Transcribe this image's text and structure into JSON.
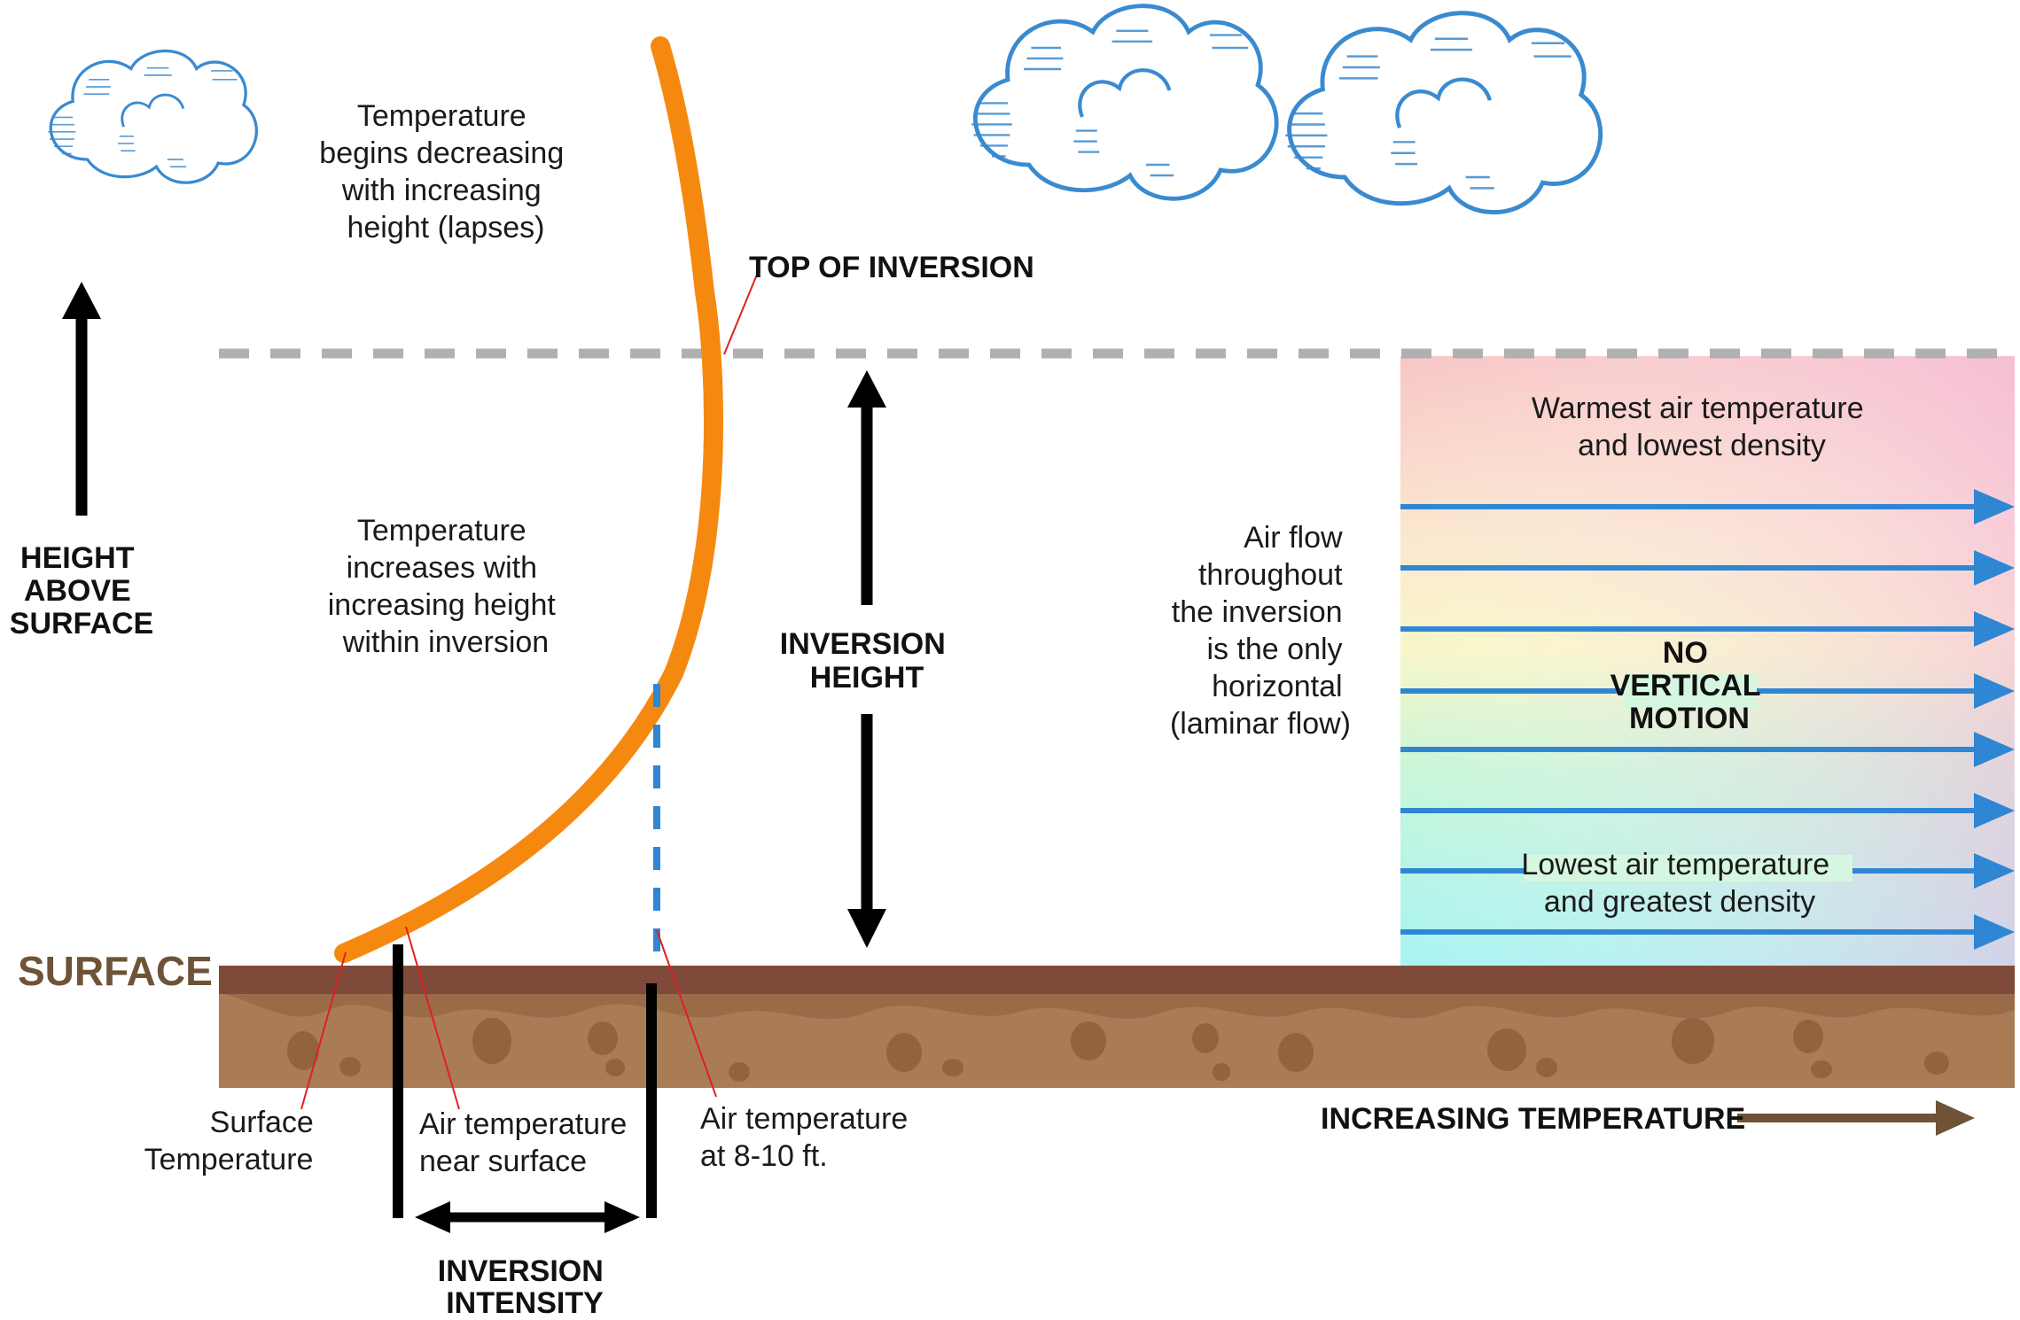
{
  "colors": {
    "temperature_curve": "#f5890f",
    "air_flow_arrows": "#2f86d3",
    "cloud_outline": "#3a8ad0",
    "ground_top": "#7f4a3a",
    "ground_body": "#a97c55",
    "ground_rock": "#93623f",
    "surface_label": "#6e5336",
    "increasing_temperature_arrow": "#6e5336",
    "leader_lines": "#e02020",
    "top_of_inversion_line": "#b0b0b0",
    "warm_band_top": "#f8c6c6",
    "cold_band_bottom": "#a8f3f3"
  },
  "icons": [
    "cloud-icon",
    "up-arrow-icon",
    "double-arrow-icon",
    "right-arrow-icon"
  ],
  "labels": {
    "lapse_text": [
      "Temperature",
      "begins decreasing",
      "with increasing",
      "height (lapses)"
    ],
    "top_of_inversion": "TOP OF INVERSION",
    "height_axis": [
      "HEIGHT",
      "ABOVE",
      "SURFACE"
    ],
    "increase_text": [
      "Temperature",
      "increases with",
      "increasing height",
      "within inversion"
    ],
    "inversion_height": [
      "INVERSION",
      "HEIGHT"
    ],
    "air_flow_text": [
      "Air flow",
      "throughout",
      "the inversion",
      "is the only",
      "horizontal",
      "(laminar flow)"
    ],
    "warmest": [
      "Warmest air temperature",
      "and lowest density"
    ],
    "no_vertical": [
      "NO",
      "VERTICAL",
      "MOTION"
    ],
    "lowest": [
      "Lowest air temperature",
      "and greatest density"
    ],
    "surface": "SURFACE",
    "surface_temperature": [
      "Surface",
      "Temperature"
    ],
    "air_temp_near_surface": [
      "Air temperature",
      "near surface"
    ],
    "air_temp_8_10": [
      "Air temperature",
      "at 8-10 ft."
    ],
    "increasing_temperature": "INCREASING TEMPERATURE",
    "inversion_intensity": [
      "INVERSION",
      "INTENSITY"
    ]
  }
}
